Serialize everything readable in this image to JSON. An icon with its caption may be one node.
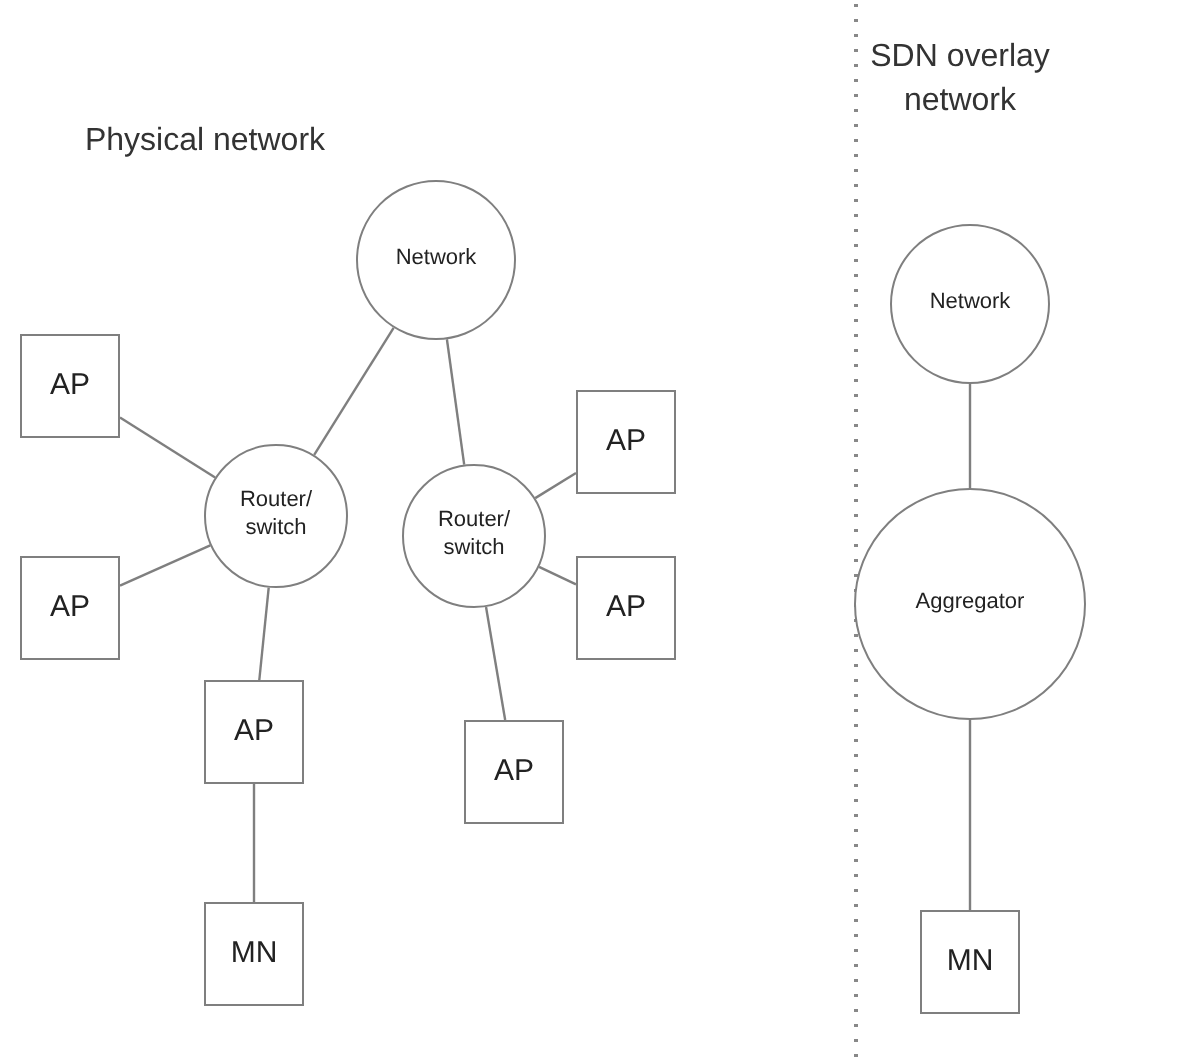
{
  "diagram": {
    "nodes": [
      {
        "text": [
          "Network"
        ]
      },
      {
        "text": [
          "AP"
        ]
      },
      {
        "text": [
          "Router/ switch"
        ]
      },
      {
        "text": [
          "Router/ switch"
        ]
      },
      {
        "text": [
          "AP"
        ]
      },
      {
        "text": [
          "AP"
        ]
      },
      {
        "text": [
          "AP"
        ]
      },
      {
        "text": [
          "AP"
        ]
      },
      {
        "text": [
          "AP"
        ]
      },
      {
        "text": [
          "MN"
        ]
      },
      {
        "text": [
          "Network"
        ]
      },
      {
        "text": [
          "Aggregator"
        ]
      },
      {
        "text": [
          "MN"
        ]
      }
    ],
    "edges": [
      {
        "from": 0,
        "to": 2,
        "arrow": "none"
      },
      {
        "from": 0,
        "to": 3,
        "arrow": "none"
      },
      {
        "from": 1,
        "to": 2,
        "arrow": "none"
      },
      {
        "from": 5,
        "to": 2,
        "arrow": "none"
      },
      {
        "from": 2,
        "to": 7,
        "arrow": "none"
      },
      {
        "from": 7,
        "to": 9,
        "arrow": "none"
      },
      {
        "from": 3,
        "to": 4,
        "arrow": "none"
      },
      {
        "from": 3,
        "to": 6,
        "arrow": "none"
      },
      {
        "from": 3,
        "to": 8,
        "arrow": "none"
      },
      {
        "from": 10,
        "to": 11,
        "arrow": "none"
      },
      {
        "from": 11,
        "to": 12,
        "arrow": "none"
      }
    ],
    "labels": [
      "Physical network",
      "SDN overlay network"
    ]
  }
}
